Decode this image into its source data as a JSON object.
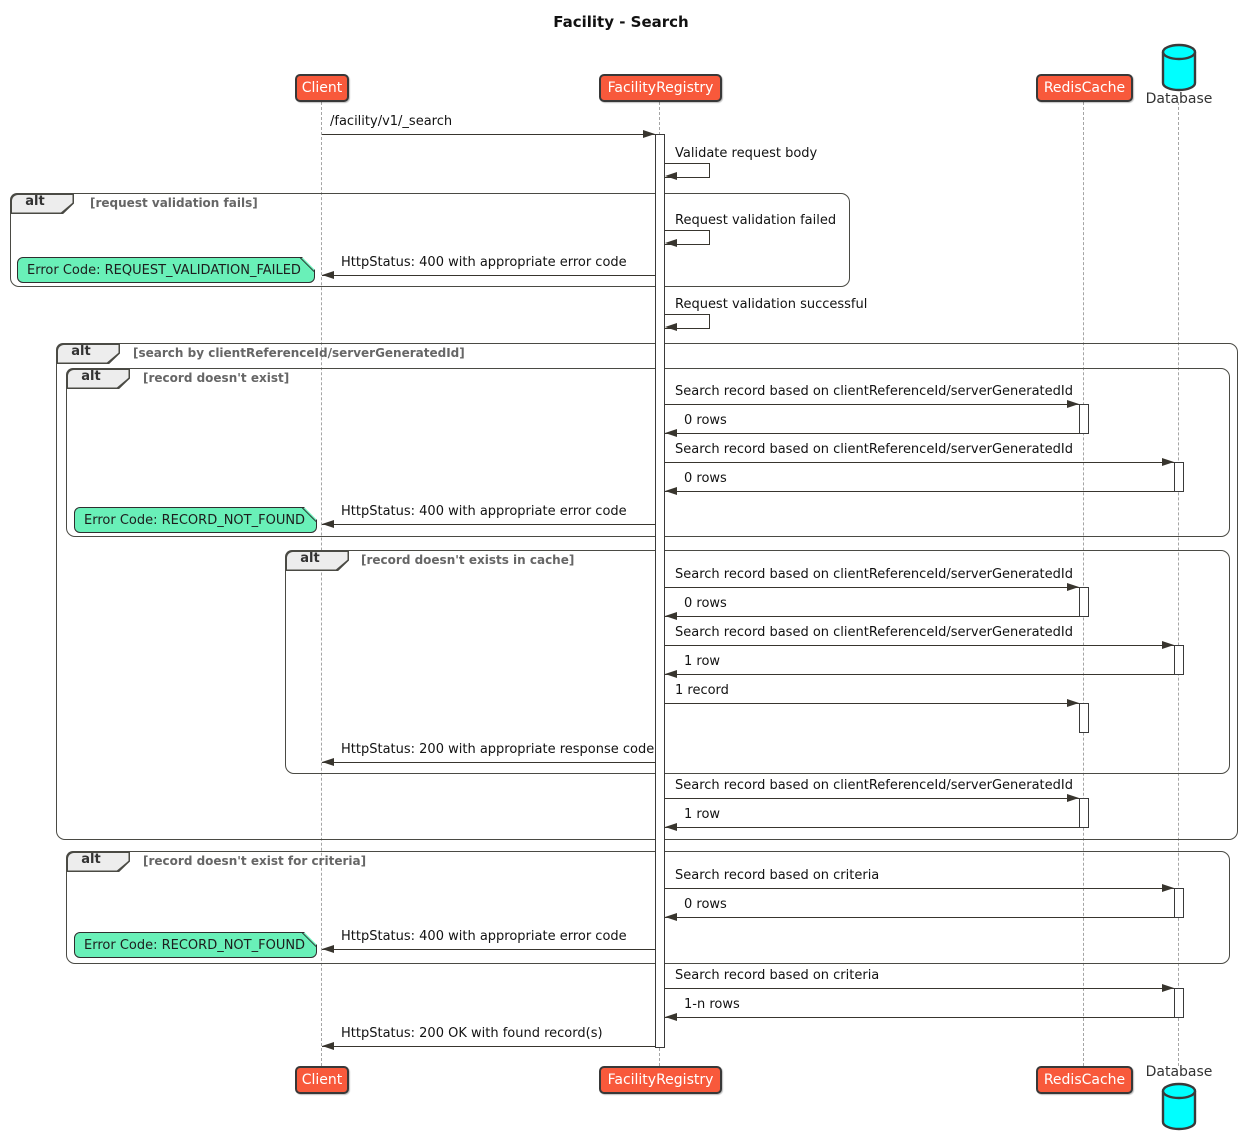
{
  "title": "Facility - Search",
  "participants": [
    {
      "name": "Client",
      "kind": "participant"
    },
    {
      "name": "FacilityRegistry",
      "kind": "participant"
    },
    {
      "name": "RedisCache",
      "kind": "participant"
    },
    {
      "name": "Database",
      "kind": "database"
    }
  ],
  "frames": [
    {
      "keyword": "alt",
      "condition": "[request validation fails]"
    },
    {
      "keyword": "alt",
      "condition": "[search by clientReferenceId/serverGeneratedId]"
    },
    {
      "keyword": "alt",
      "condition": "[record doesn't exist]"
    },
    {
      "keyword": "alt",
      "condition": "[record doesn't exists in cache]"
    },
    {
      "keyword": "alt",
      "condition": "[record doesn't exist for criteria]"
    }
  ],
  "notes": [
    {
      "text": "Error Code: REQUEST_VALIDATION_FAILED"
    },
    {
      "text": "Error Code: RECORD_NOT_FOUND"
    },
    {
      "text": "Error Code: RECORD_NOT_FOUND"
    }
  ],
  "messages": [
    {
      "from": "Client",
      "to": "FacilityRegistry",
      "text": "/facility/v1/_search"
    },
    {
      "from": "FacilityRegistry",
      "to": "FacilityRegistry",
      "text": "Validate request body"
    },
    {
      "from": "FacilityRegistry",
      "to": "FacilityRegistry",
      "text": "Request validation failed"
    },
    {
      "from": "FacilityRegistry",
      "to": "Client",
      "text": "HttpStatus: 400 with appropriate error code"
    },
    {
      "from": "FacilityRegistry",
      "to": "FacilityRegistry",
      "text": "Request validation successful"
    },
    {
      "from": "FacilityRegistry",
      "to": "RedisCache",
      "text": "Search record based on clientReferenceId/serverGeneratedId"
    },
    {
      "from": "RedisCache",
      "to": "FacilityRegistry",
      "text": "0 rows"
    },
    {
      "from": "FacilityRegistry",
      "to": "Database",
      "text": "Search record based on clientReferenceId/serverGeneratedId"
    },
    {
      "from": "Database",
      "to": "FacilityRegistry",
      "text": "0 rows"
    },
    {
      "from": "FacilityRegistry",
      "to": "Client",
      "text": "HttpStatus: 400 with appropriate error code"
    },
    {
      "from": "FacilityRegistry",
      "to": "RedisCache",
      "text": "Search record based on clientReferenceId/serverGeneratedId"
    },
    {
      "from": "RedisCache",
      "to": "FacilityRegistry",
      "text": "0 rows"
    },
    {
      "from": "FacilityRegistry",
      "to": "Database",
      "text": "Search record based on clientReferenceId/serverGeneratedId"
    },
    {
      "from": "Database",
      "to": "FacilityRegistry",
      "text": "1 row"
    },
    {
      "from": "FacilityRegistry",
      "to": "RedisCache",
      "text": "1 record"
    },
    {
      "from": "FacilityRegistry",
      "to": "Client",
      "text": "HttpStatus: 200 with appropriate response code"
    },
    {
      "from": "FacilityRegistry",
      "to": "RedisCache",
      "text": "Search record based on clientReferenceId/serverGeneratedId"
    },
    {
      "from": "RedisCache",
      "to": "FacilityRegistry",
      "text": "1 row"
    },
    {
      "from": "FacilityRegistry",
      "to": "Database",
      "text": "Search record based on criteria"
    },
    {
      "from": "Database",
      "to": "FacilityRegistry",
      "text": "0 rows"
    },
    {
      "from": "FacilityRegistry",
      "to": "Client",
      "text": "HttpStatus: 400 with appropriate error code"
    },
    {
      "from": "FacilityRegistry",
      "to": "Database",
      "text": "Search record based on criteria"
    },
    {
      "from": "Database",
      "to": "FacilityRegistry",
      "text": "1-n rows"
    },
    {
      "from": "FacilityRegistry",
      "to": "Client",
      "text": "HttpStatus: 200 OK with found record(s)"
    }
  ],
  "colors": {
    "participant_fill": "#F8593B",
    "participant_border": "#383838",
    "participant_text": "#FFFFFF",
    "database_fill": "#00FFFF",
    "note_fill": "#69F0B8",
    "frame_border": "#4A4A44",
    "frame_tab_fill": "#EDEDED",
    "condition_text": "#666666",
    "message_line": "#38352E",
    "lifeline": "#A5A5A5"
  }
}
